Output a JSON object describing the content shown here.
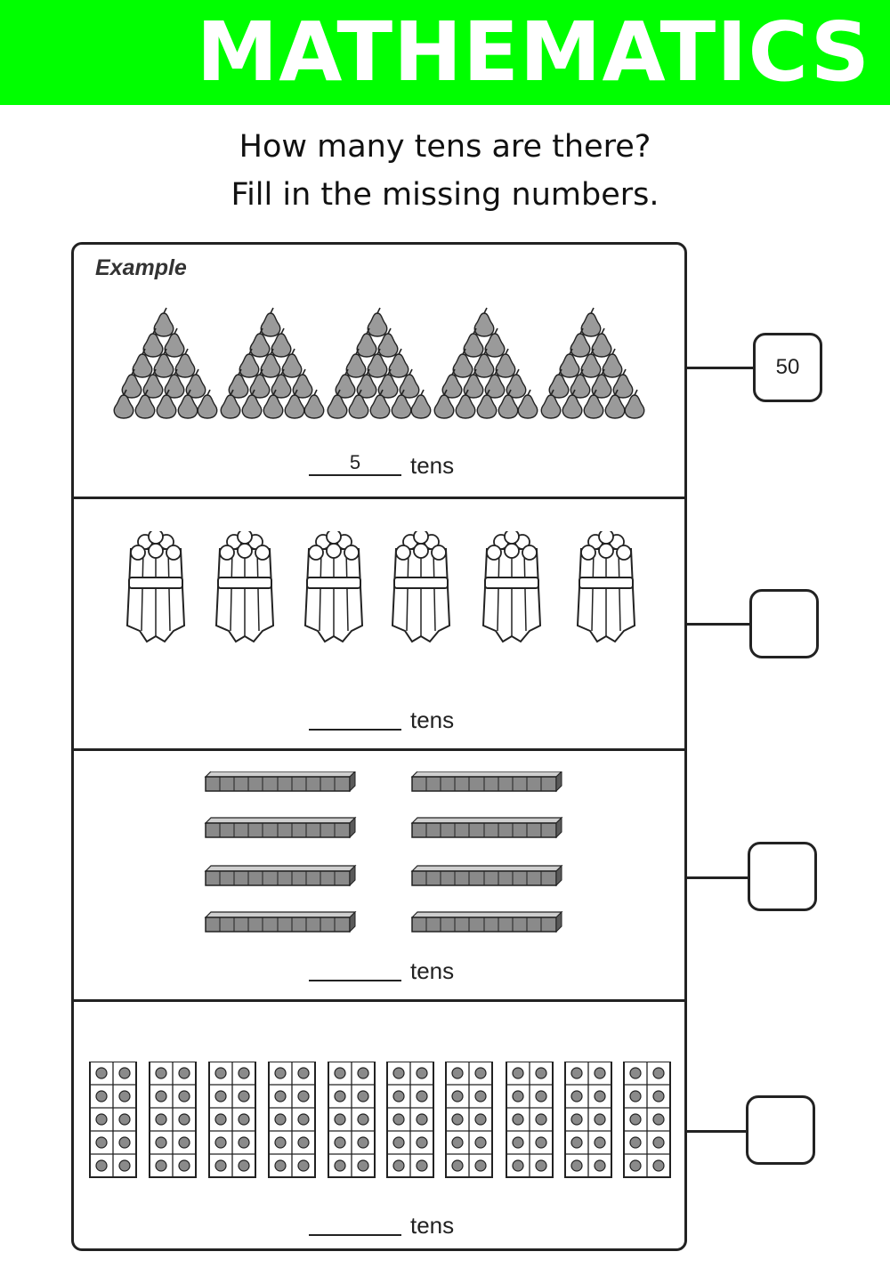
{
  "header": {
    "title": "MATHEMATICS",
    "color": "#00ff00"
  },
  "instructions": {
    "line1": "How many tens are there?",
    "line2": "Fill in the missing numbers."
  },
  "example": {
    "label": "Example"
  },
  "questions": [
    {
      "kind": "pear-triangles",
      "groups": 5,
      "blank_value": "5",
      "tens_label": "tens",
      "answer": "50"
    },
    {
      "kind": "stick-bundles",
      "groups": 6,
      "blank_value": "",
      "tens_label": "tens",
      "answer": ""
    },
    {
      "kind": "ten-rods",
      "groups": 8,
      "blank_value": "",
      "tens_label": "tens",
      "answer": ""
    },
    {
      "kind": "ten-frames",
      "groups": 10,
      "blank_value": "",
      "tens_label": "tens",
      "answer": ""
    }
  ]
}
